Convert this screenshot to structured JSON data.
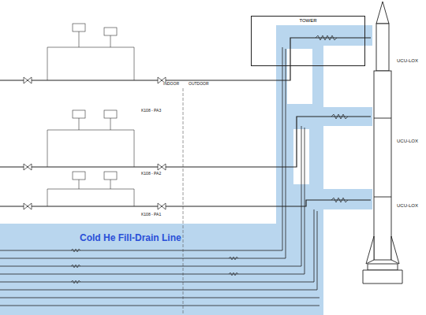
{
  "diagram": {
    "nodes": [
      {
        "text": [
          "TOWER"
        ]
      }
    ],
    "labels": [
      "INDOOR",
      "OUTDOOR",
      "K108 - PA3",
      "K108 - PA2",
      "K108 - PA1",
      "Cold He Fill-Drain Line",
      "UCU-LOX",
      "UCU-LOX",
      "UCU-LOX"
    ]
  }
}
